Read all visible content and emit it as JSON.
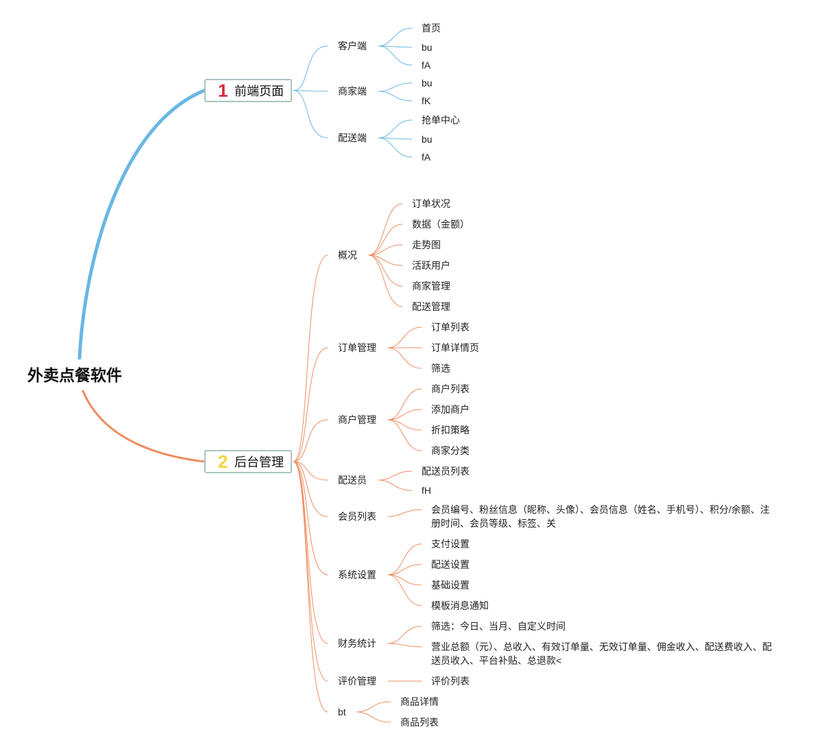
{
  "root": {
    "title": "外卖点餐软件"
  },
  "colors": {
    "branch1": "#6ab6e3",
    "branch2": "#ee8c60",
    "box_border": "#a9c3bf"
  },
  "branches": [
    {
      "id": "b1",
      "number": "1",
      "number_color": "#d8283c",
      "title": "前端页面",
      "children": [
        {
          "label": "客户端",
          "leaves": [
            "首页",
            "bu",
            "fA"
          ]
        },
        {
          "label": "商家端",
          "leaves": [
            "bu",
            "fK"
          ]
        },
        {
          "label": "配送端",
          "leaves": [
            "抢单中心",
            "bu",
            "fA"
          ]
        }
      ]
    },
    {
      "id": "b2",
      "number": "2",
      "number_color": "#f5d33a",
      "title": "后台管理",
      "children": [
        {
          "label": "概况",
          "leaves": [
            "订单状况",
            "数据（金额）",
            "走势图",
            "活跃用户",
            "商家管理",
            "配送管理"
          ]
        },
        {
          "label": "订单管理",
          "leaves": [
            "订单列表",
            "订单详情页",
            "筛选"
          ]
        },
        {
          "label": "商户管理",
          "leaves": [
            "商户列表",
            "添加商户",
            "折扣策略",
            "商家分类"
          ]
        },
        {
          "label": "配送员",
          "leaves": [
            "配送员列表",
            "fH"
          ]
        },
        {
          "label": "会员列表",
          "leaves": [
            "会员编号、粉丝信息（昵称、头像）、会员信息（姓名、手机号）、积分/余额、注册时间、会员等级、标签、关"
          ]
        },
        {
          "label": "系统设置",
          "leaves": [
            "支付设置",
            "配送设置",
            "基础设置",
            "模板消息通知"
          ]
        },
        {
          "label": "财务统计",
          "leaves": [
            "筛选：今日、当月、自定义时间",
            "营业总额（元）、总收入、有效订单量、无效订单量、佣金收入、配送费收入、配送员收入、平台补贴、总退款<"
          ]
        },
        {
          "label": "评价管理",
          "leaves": [
            "评价列表"
          ]
        },
        {
          "label": "bt",
          "leaves": [
            "商品详情",
            "商品列表"
          ]
        }
      ]
    }
  ]
}
